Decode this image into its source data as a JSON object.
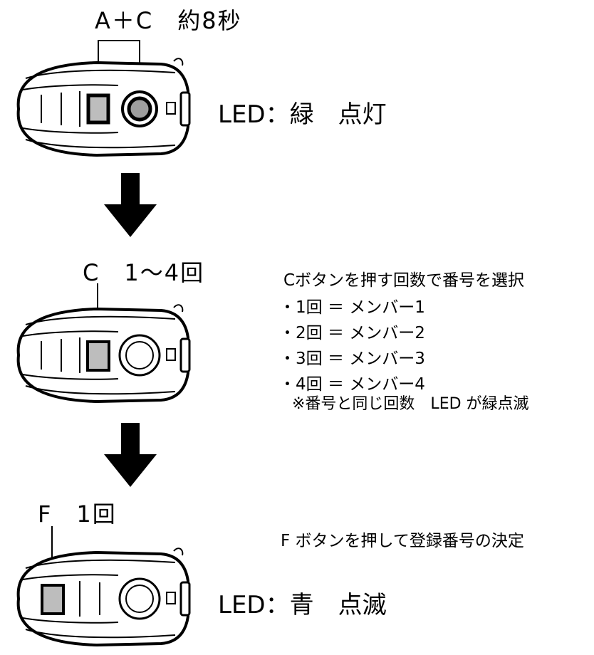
{
  "step1": {
    "combo_label": "A＋C　約8秒",
    "led_status": "LED：緑　点灯"
  },
  "step2": {
    "press_label": "C　1～4回",
    "instruction": "Cボタンを押す回数で番号を選択",
    "items": [
      "・1回 ＝ メンバー1",
      "・2回 ＝ メンバー2",
      "・3回 ＝ メンバー3",
      "・4回 ＝ メンバー4"
    ],
    "note": "※番号と同じ回数　LED が緑点滅"
  },
  "step3": {
    "press_label": "F　1回",
    "instruction": "F ボタンを押して登録番号の決定",
    "led_status": "LED：青　点滅"
  }
}
